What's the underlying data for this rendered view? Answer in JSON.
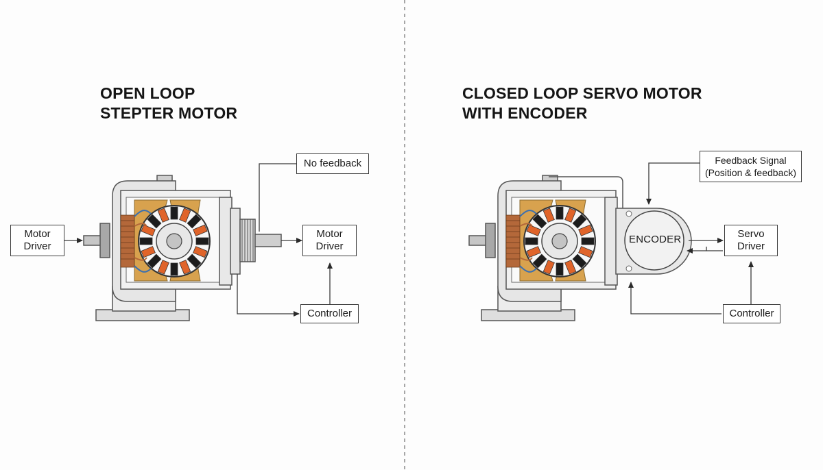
{
  "left_panel": {
    "title_line1": "OPEN LOOP",
    "title_line2": "STEPTER MOTOR",
    "motor_driver_in": {
      "line1": "Motor",
      "line2": "Driver"
    },
    "no_feedback": "No feedback",
    "motor_driver_out": {
      "line1": "Motor",
      "line2": "Driver"
    },
    "controller": "Controller"
  },
  "right_panel": {
    "title_line1": "CLOSED LOOP SERVO MOTOR",
    "title_line2": "WITH ENCODER",
    "feedback_signal": {
      "line1": "Feedback Signal",
      "line2": "(Position & feedback)"
    },
    "encoder": "ENCODER",
    "servo_driver": {
      "line1": "Servo",
      "line2": "Driver"
    },
    "controller": "Controller"
  },
  "colors": {
    "coil_copper": "#b4683a",
    "tooth_orange": "#e0642a",
    "magnet_gold": "#d8a24e",
    "frame_gray": "#e6e6e6",
    "line": "#3a3a3a"
  }
}
